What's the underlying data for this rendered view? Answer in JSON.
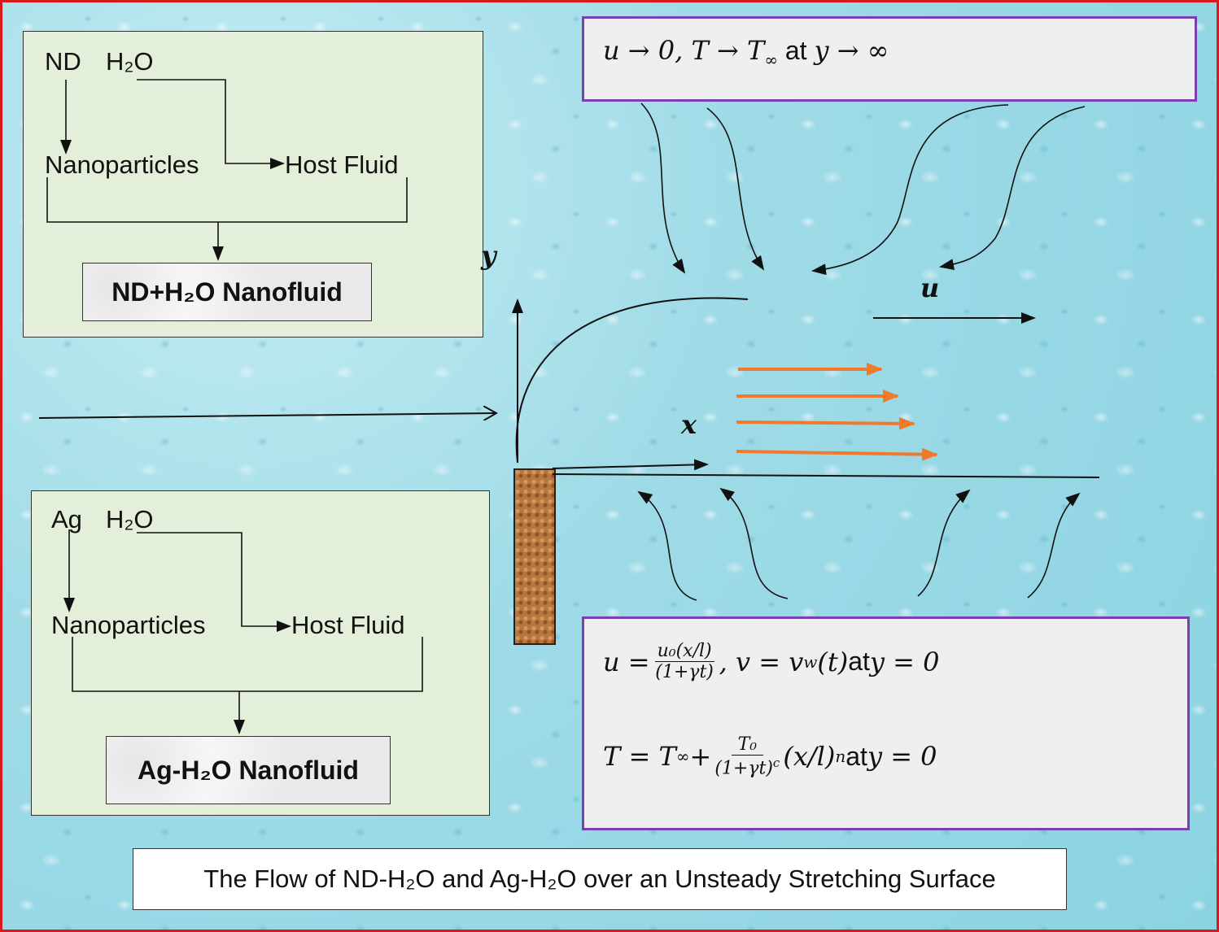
{
  "box_nd": {
    "component_1": "ND",
    "component_2": "H₂O",
    "nanoparticles": "Nanoparticles",
    "host_fluid": "Host Fluid",
    "result": "ND+H₂O Nanofluid"
  },
  "box_ag": {
    "component_1": "Ag",
    "component_2": "H₂O",
    "nanoparticles": "Nanoparticles",
    "host_fluid": "Host Fluid",
    "result": "Ag-H₂O Nanofluid"
  },
  "top_condition": {
    "lhs": "u → 0,  T → T",
    "inf_sub": "∞",
    "at_text": " at ",
    "rhs": "y → ∞"
  },
  "bottom_conditions": {
    "eq1_u": "u =",
    "eq1_num": "u₀(x/l)",
    "eq1_den": "(1+γt)",
    "eq1_rest": ", v = v",
    "eq1_w": "w",
    "eq1_t": "(t)",
    "eq1_at": " at ",
    "eq1_y": "y = 0",
    "eq2_lhs": "T = T",
    "eq2_inf": "∞",
    "eq2_plus": " + ",
    "eq2_num": "T₀",
    "eq2_den": "(1+γt)",
    "eq2_c": "c",
    "eq2_frac": "(x/l)",
    "eq2_n": "n",
    "eq2_at": " at ",
    "eq2_y": "y = 0"
  },
  "axes": {
    "y": "y",
    "x": "x",
    "u": "u"
  },
  "caption": "The Flow of ND-H₂O and Ag-H₂O over an Unsteady Stretching Surface",
  "colors": {
    "border": "#d8191a",
    "purple_border": "#7a3fb2",
    "orange_arrows": "#f07a2a",
    "plate": "#b9773f",
    "green_box": "#e4efd9"
  }
}
